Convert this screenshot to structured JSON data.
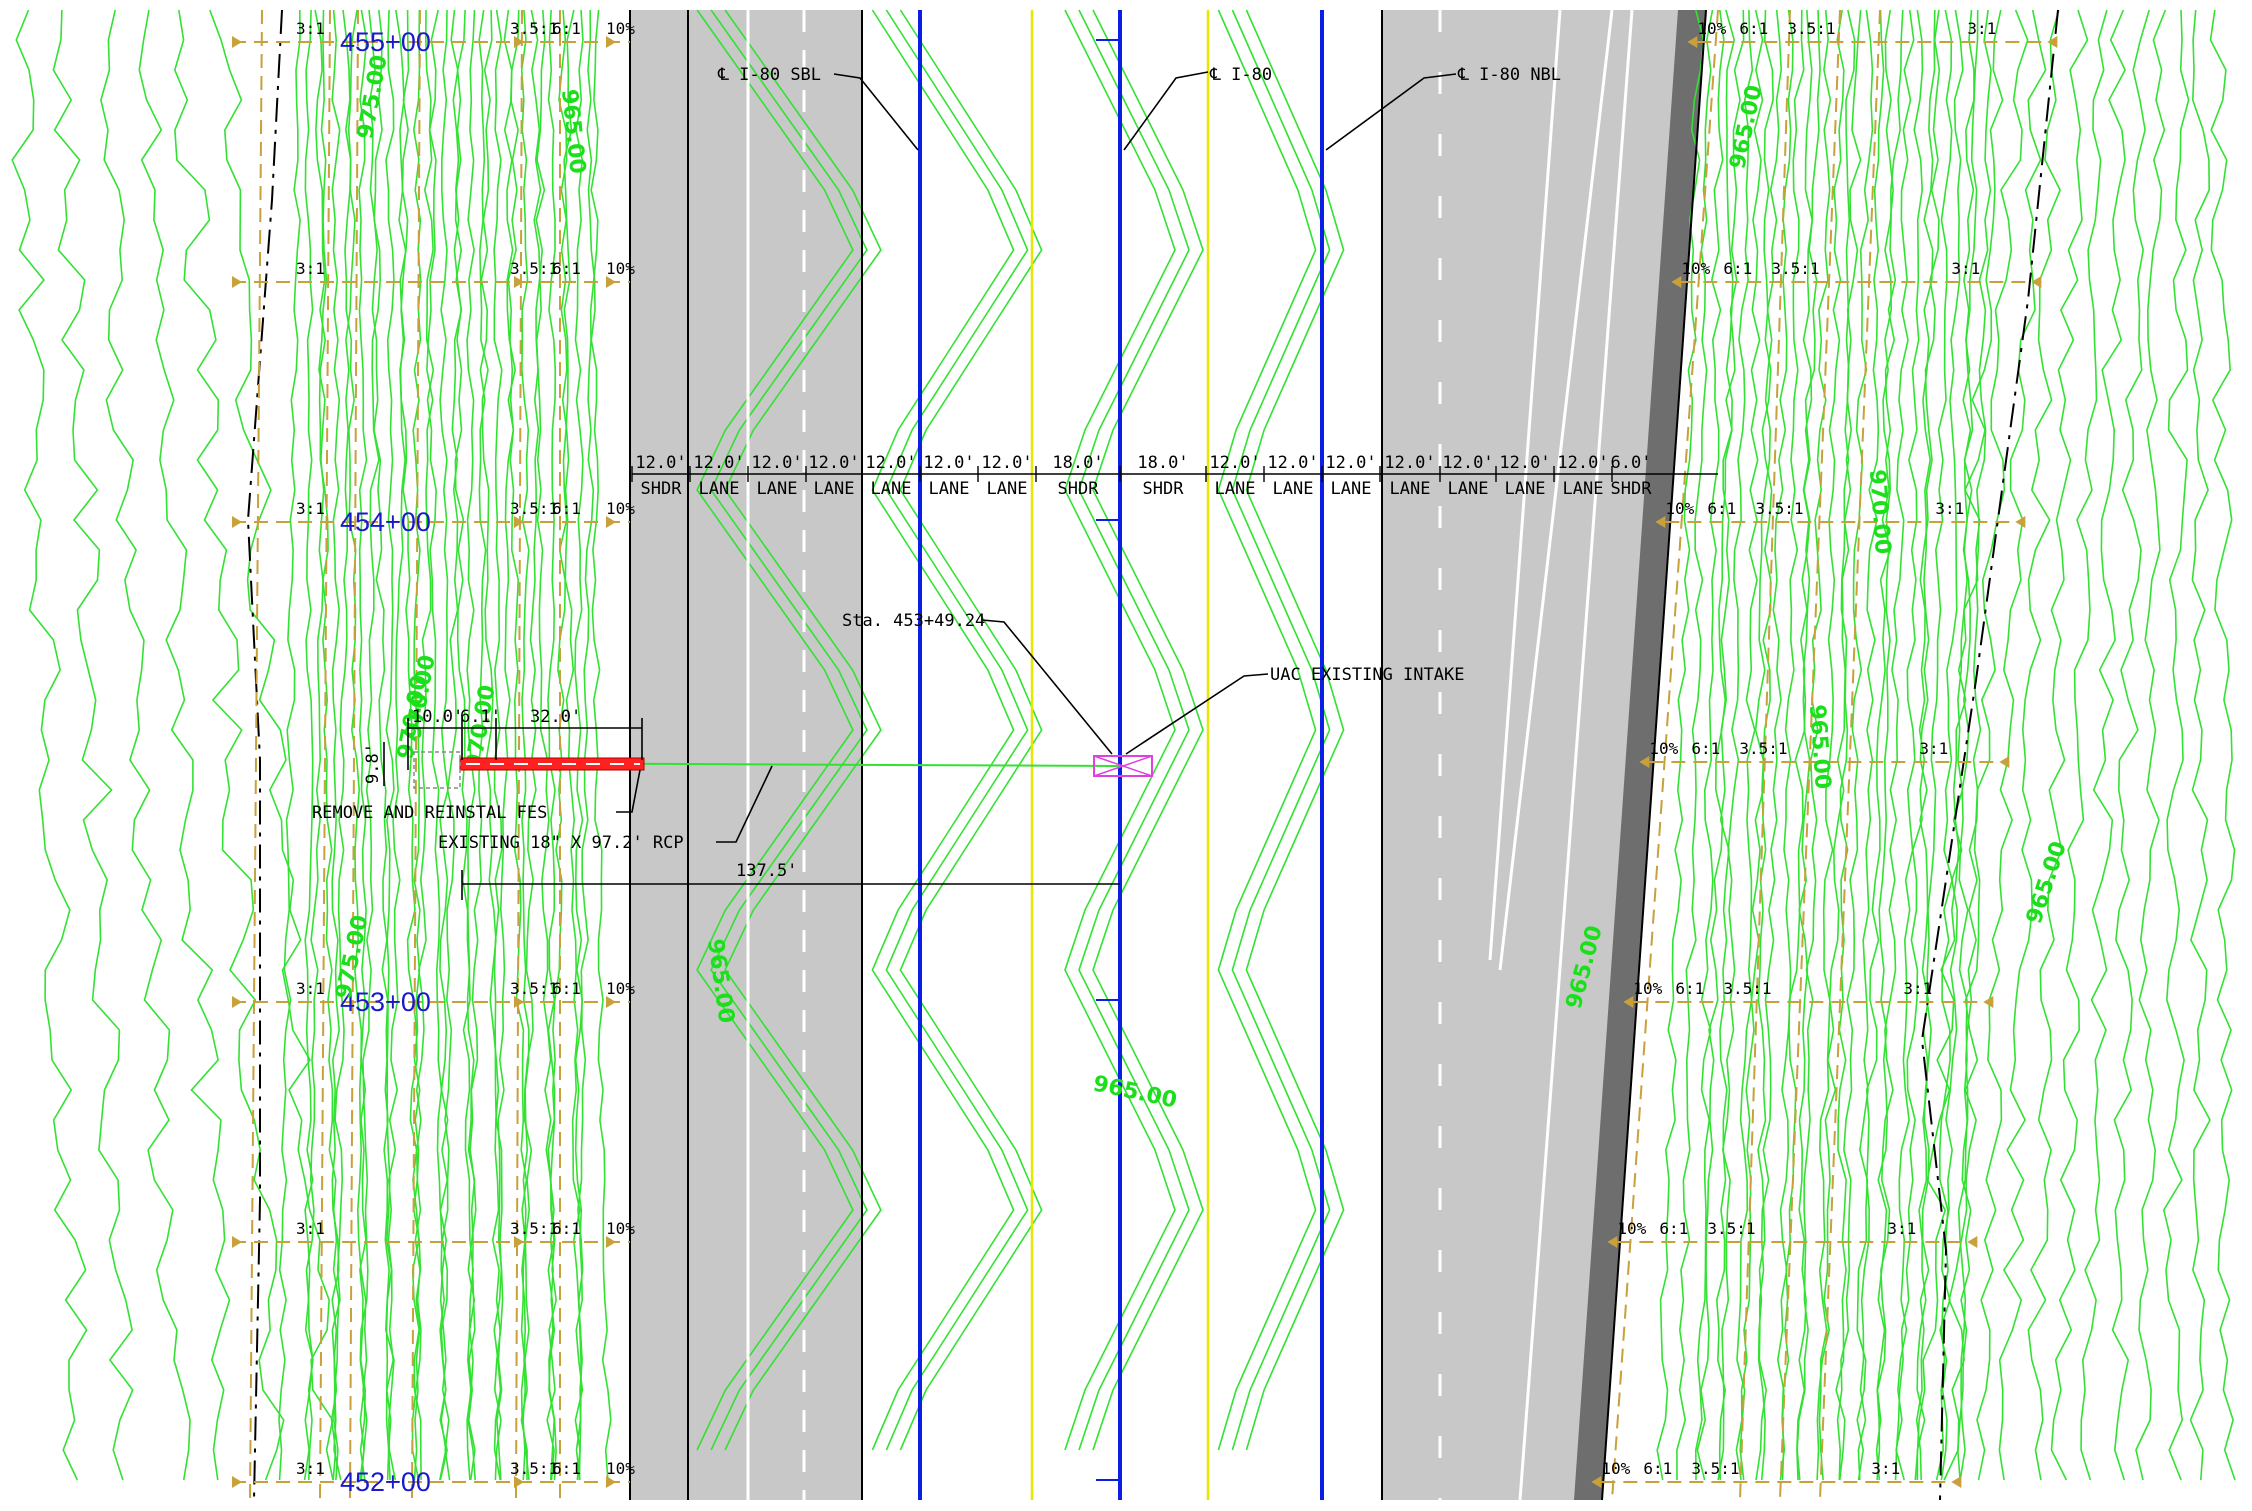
{
  "colors": {
    "contour": "#33e133",
    "pavement": "#c8c8c8",
    "dark_shoulder": "#6e6e6e",
    "centerline": "#0a1ee6",
    "yellow_line": "#e6e600",
    "station_text": "#1a1acc",
    "grading_line": "#c8a03c",
    "pipe": "#ff2020",
    "intake": "#e040e0"
  },
  "stations": [
    "455+00",
    "454+00",
    "453+00",
    "452+00"
  ],
  "contour_labels": [
    "975.00",
    "965.00",
    "965.00",
    "965.00",
    "970.00",
    "965.00",
    "975.00",
    "965.00",
    "965.00",
    "970.00",
    "965.00",
    "970.00",
    "970.00"
  ],
  "slope_rows": [
    {
      "left": [
        "3:1",
        "3.5:1",
        "6:1",
        "10%"
      ],
      "right": [
        "10%",
        "6:1",
        "3.5:1",
        "3:1"
      ]
    },
    {
      "left": [
        "3:1",
        "3.5:1",
        "6:1",
        "10%"
      ],
      "right": [
        "10%",
        "6:1",
        "3.5:1",
        "3:1"
      ]
    },
    {
      "left": [
        "3:1",
        "3.5:1",
        "6:1",
        "10%"
      ],
      "right": [
        "10%",
        "6:1",
        "3.5:1",
        "3:1"
      ]
    },
    {
      "left": [],
      "right": [
        "10%",
        "6:1",
        "3.5:1",
        "3:1"
      ]
    },
    {
      "left": [
        "3:1",
        "3.5:1",
        "6:1",
        "10%"
      ],
      "right": [
        "10%",
        "6:1",
        "3.5:1",
        "3:1"
      ]
    },
    {
      "left": [
        "3:1",
        "3.5:1",
        "6:1",
        "10%"
      ],
      "right": [
        "10%",
        "6:1",
        "3.5:1",
        "3:1"
      ]
    },
    {
      "left": [
        "3:1",
        "3.5:1",
        "6:1",
        "10%"
      ],
      "right": [
        "10%",
        "6:1",
        "3.5:1",
        "3:1"
      ]
    }
  ],
  "callouts": {
    "sbl": "℄ I-80 SBL",
    "cl": "℄ I-80",
    "nbl": "℄ I-80 NBL",
    "station_note": "Sta. 453+49.24",
    "intake": "UAC EXISTING INTAKE",
    "fes": "REMOVE AND REINSTAL FES",
    "rcp": "EXISTING 18\" X 97.2' RCP"
  },
  "lane_dims_left": [
    {
      "dim": "12.0'",
      "label": "SHDR"
    },
    {
      "dim": "12.0'",
      "label": "LANE"
    },
    {
      "dim": "12.0'",
      "label": "LANE"
    },
    {
      "dim": "12.0'",
      "label": "LANE"
    },
    {
      "dim": "12.0'",
      "label": "LANE"
    },
    {
      "dim": "12.0'",
      "label": "LANE"
    },
    {
      "dim": "12.0'",
      "label": "LANE"
    },
    {
      "dim": "18.0'",
      "label": "SHDR"
    }
  ],
  "lane_dims_right": [
    {
      "dim": "18.0'",
      "label": "SHDR"
    },
    {
      "dim": "12.0'",
      "label": "LANE"
    },
    {
      "dim": "12.0'",
      "label": "LANE"
    },
    {
      "dim": "12.0'",
      "label": "LANE"
    },
    {
      "dim": "12.0'",
      "label": "LANE"
    },
    {
      "dim": "12.0'",
      "label": "LANE"
    },
    {
      "dim": "12.0'",
      "label": "LANE"
    },
    {
      "dim": "12.0'",
      "label": "LANE"
    },
    {
      "dim": "6.0'",
      "label": "SHDR"
    }
  ],
  "pipe_dims": {
    "d1": "10.0'",
    "d2": "6.1'",
    "d3": "32.0'",
    "d_vert": "9.8'",
    "d_long": "137.5'"
  }
}
